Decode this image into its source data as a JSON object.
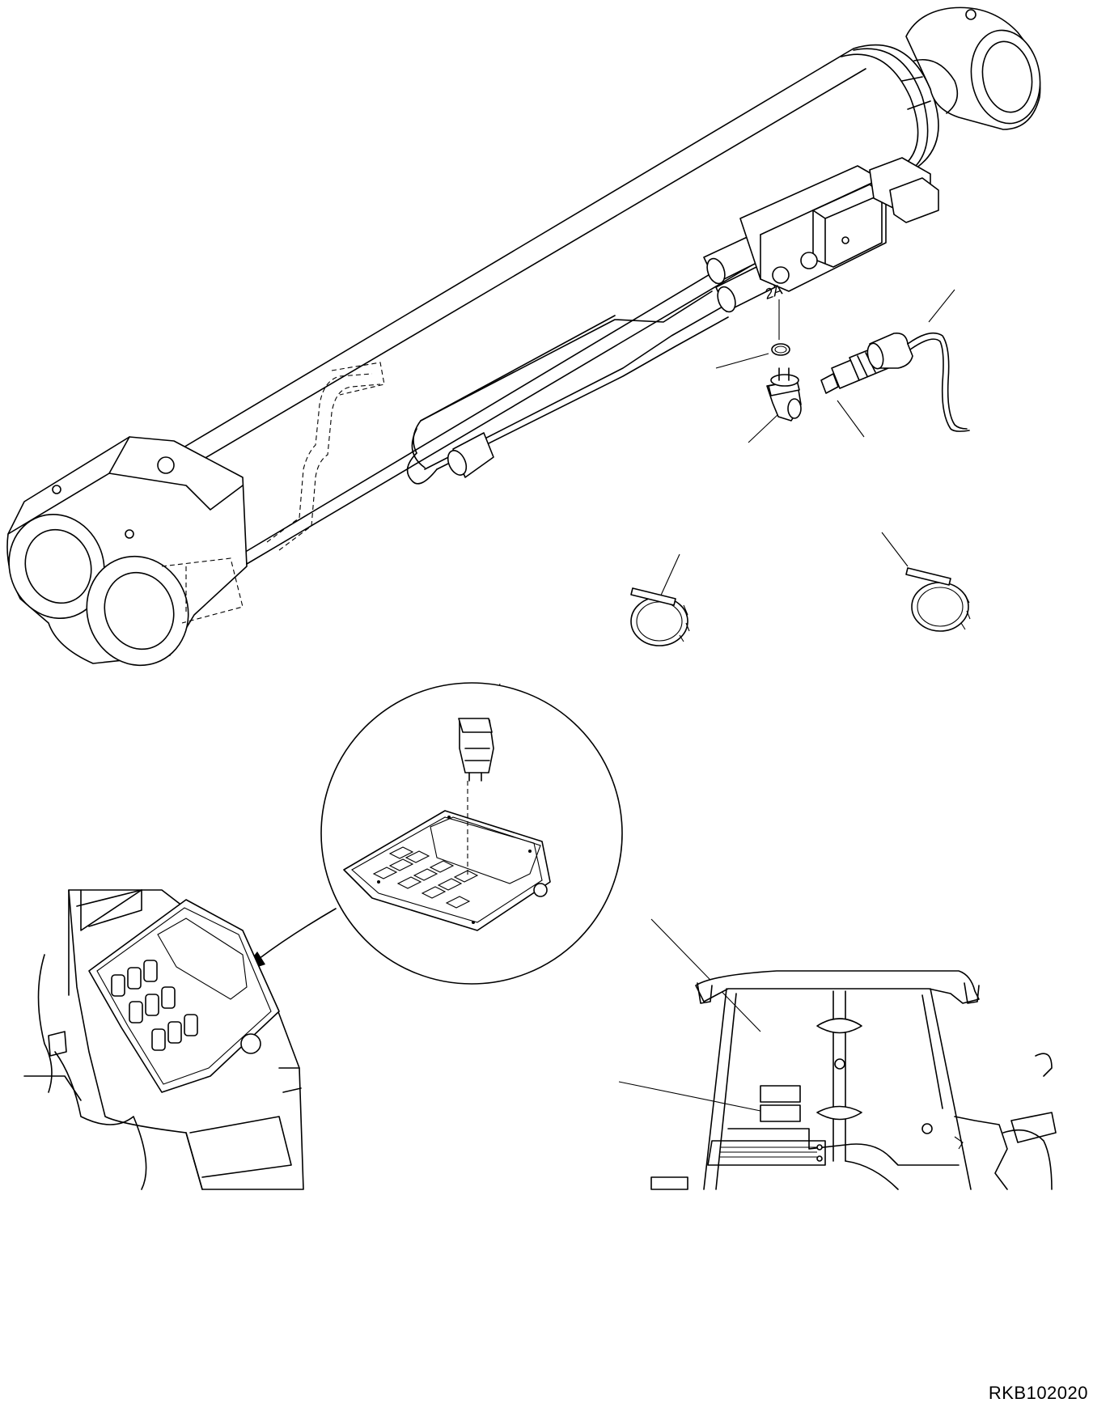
{
  "figure": {
    "reference_code": "RKB102020",
    "port_marking": "2A"
  },
  "parts": [
    {
      "id": "hydraulic-cylinder",
      "icon": "hydraulic-cylinder-icon"
    },
    {
      "id": "valve-block",
      "icon": "valve-block-icon"
    },
    {
      "id": "o-ring",
      "icon": "o-ring-icon"
    },
    {
      "id": "elbow-fitting",
      "icon": "elbow-fitting-icon"
    },
    {
      "id": "pressure-sensor",
      "icon": "pressure-sensor-icon"
    },
    {
      "id": "wire-harness",
      "icon": "wire-harness-icon"
    },
    {
      "id": "cable-tie-left",
      "icon": "cable-tie-icon"
    },
    {
      "id": "cable-tie-right",
      "icon": "cable-tie-icon"
    },
    {
      "id": "rocker-switch",
      "icon": "rocker-switch-icon"
    },
    {
      "id": "switch-panel",
      "icon": "switch-panel-icon"
    },
    {
      "id": "console",
      "icon": "console-icon"
    },
    {
      "id": "cab-interior",
      "icon": "cab-icon"
    },
    {
      "id": "decal-upper",
      "icon": "decal-icon"
    },
    {
      "id": "decal-lower",
      "icon": "decal-icon"
    }
  ]
}
